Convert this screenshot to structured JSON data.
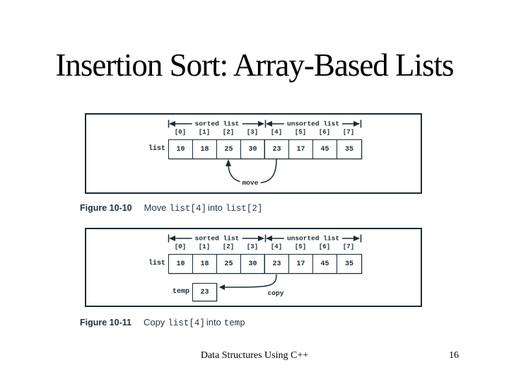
{
  "slide": {
    "title": "Insertion Sort: Array-Based Lists",
    "footer": {
      "center_text": "Data Structures Using C++",
      "page_number": "16"
    }
  },
  "figures": [
    {
      "caption": {
        "label": "Figure 10-10",
        "action": "Move",
        "code1": "list[4]",
        "mid": "into",
        "code2": "list[2]"
      },
      "sorted_label": "sorted list",
      "unsorted_label": "unsorted list",
      "array_label": "list",
      "indexes": [
        "[0]",
        "[1]",
        "[2]",
        "[3]",
        "[4]",
        "[5]",
        "[6]",
        "[7]"
      ],
      "values": [
        "10",
        "18",
        "25",
        "30",
        "23",
        "17",
        "45",
        "35"
      ],
      "arrow_label": "move"
    },
    {
      "caption": {
        "label": "Figure 10-11",
        "action": "Copy",
        "code1": "list[4]",
        "mid": "into",
        "code2": "temp"
      },
      "sorted_label": "sorted list",
      "unsorted_label": "unsorted list",
      "array_label": "list",
      "indexes": [
        "[0]",
        "[1]",
        "[2]",
        "[3]",
        "[4]",
        "[5]",
        "[6]",
        "[7]"
      ],
      "values": [
        "10",
        "18",
        "25",
        "30",
        "23",
        "17",
        "45",
        "35"
      ],
      "temp_label": "temp",
      "temp_value": "23",
      "arrow_label": "copy"
    }
  ],
  "colors": {
    "background": "#ffffff",
    "title_text": "#000000",
    "figure_ink": "#1c2a33",
    "caption_text": "#2a3642"
  }
}
